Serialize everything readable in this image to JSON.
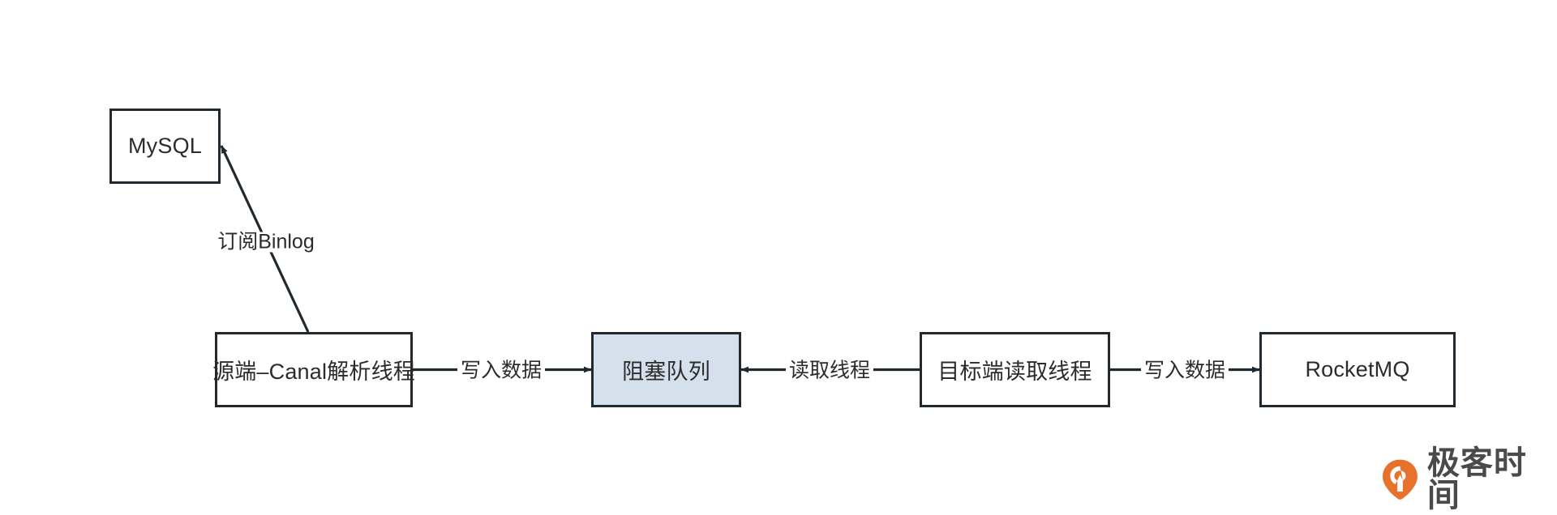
{
  "diagram": {
    "type": "flow-diagram",
    "background": "#ffffff",
    "stroke_color": "#22292e",
    "text_color": "#2b2b2b",
    "highlight_color": "#d4e1ec",
    "nodes": [
      {
        "id": "mysql",
        "label": "MySQL",
        "highlighted": false
      },
      {
        "id": "canal",
        "label": "源端–Canal解析线程",
        "highlighted": false
      },
      {
        "id": "queue",
        "label": "阻塞队列",
        "highlighted": true
      },
      {
        "id": "target",
        "label": "目标端读取线程",
        "highlighted": false
      },
      {
        "id": "rocketmq",
        "label": "RocketMQ",
        "highlighted": false
      }
    ],
    "edges": [
      {
        "id": "e1",
        "from": "canal",
        "to": "mysql",
        "label": "订阅Binlog",
        "direction": "to-target"
      },
      {
        "id": "e2",
        "from": "canal",
        "to": "queue",
        "label": "写入数据",
        "direction": "to-target"
      },
      {
        "id": "e3",
        "from": "target",
        "to": "queue",
        "label": "读取线程",
        "direction": "to-target"
      },
      {
        "id": "e4",
        "from": "target",
        "to": "rocketmq",
        "label": "写入数据",
        "direction": "to-target"
      }
    ]
  },
  "watermark": {
    "text": "极客时间",
    "mark_color": "#e8722c",
    "text_color": "#4a4a4a"
  }
}
